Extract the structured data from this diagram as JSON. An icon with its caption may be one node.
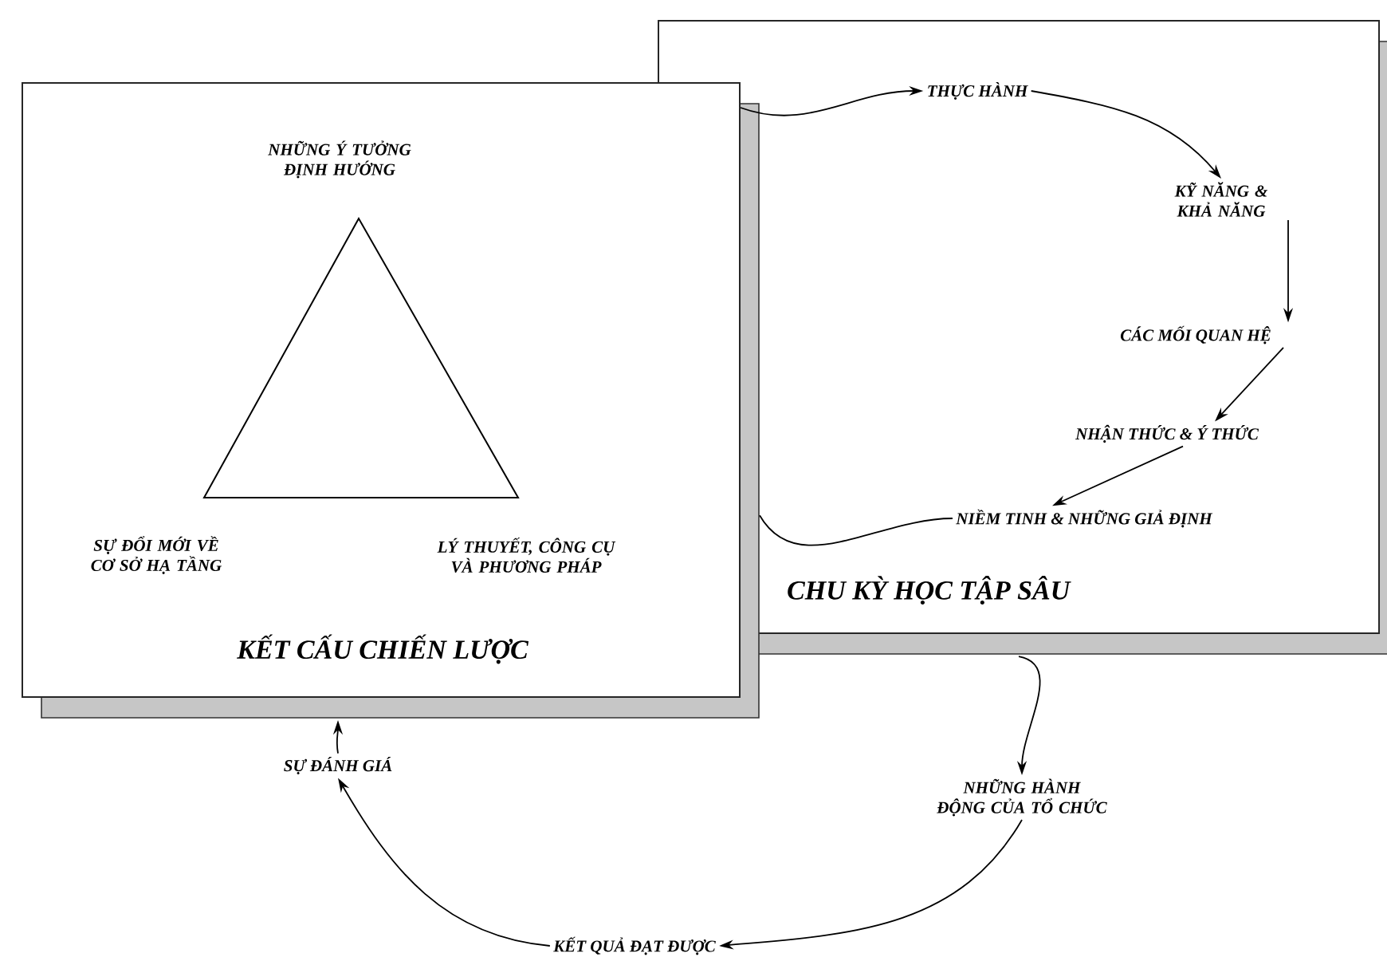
{
  "diagram": {
    "nodes": [
      {
        "text": [
          "KẾT CẤU CHIẾN LƯỢC"
        ]
      },
      {
        "text": [
          "CHU KỲ HỌC TẬP SÂU"
        ]
      },
      {
        "text": [
          "THỰC HÀNH"
        ],
        "in": 1
      },
      {
        "text": [
          "KỸ NĂNG & KHẢ NĂNG"
        ],
        "in": 1
      },
      {
        "text": [
          "CÁC MỐI QUAN HỆ"
        ],
        "in": 1
      },
      {
        "text": [
          "NHẬN THỨC & Ý THỨC"
        ],
        "in": 1
      },
      {
        "text": [
          "NIỀM TINH & NHỮNG GIẢ ĐỊNH"
        ],
        "in": 1
      },
      {
        "text": [
          "NHỮNG HÀNH ĐỘNG CỦA TỔ CHỨC"
        ]
      },
      {
        "text": [
          "KẾT QUẢ ĐẠT ĐƯỢC"
        ]
      },
      {
        "text": [
          "SỰ ĐÁNH GIÁ"
        ]
      }
    ],
    "edges": [
      {
        "from": 0,
        "to": 2,
        "arrow": "to"
      },
      {
        "from": 2,
        "to": 3,
        "arrow": "to"
      },
      {
        "from": 3,
        "to": 4,
        "arrow": "to"
      },
      {
        "from": 4,
        "to": 5,
        "arrow": "to"
      },
      {
        "from": 5,
        "to": 6,
        "arrow": "to"
      },
      {
        "from": 6,
        "to": 0,
        "arrow": "none"
      },
      {
        "from": 1,
        "to": 7,
        "arrow": "to"
      },
      {
        "from": 7,
        "to": 8,
        "arrow": "to"
      },
      {
        "from": 8,
        "to": 9,
        "arrow": "to"
      },
      {
        "from": 9,
        "to": 0,
        "arrow": "to"
      }
    ],
    "labels": [
      "NHỮNG Ý TƯỞNG ĐỊNH HƯỚNG",
      "SỰ ĐỔI MỚI VỀ CƠ SỞ HẠ TẦNG",
      "LÝ THUYẾT, CÔNG CỤ VÀ PHƯƠNG PHÁP"
    ]
  }
}
